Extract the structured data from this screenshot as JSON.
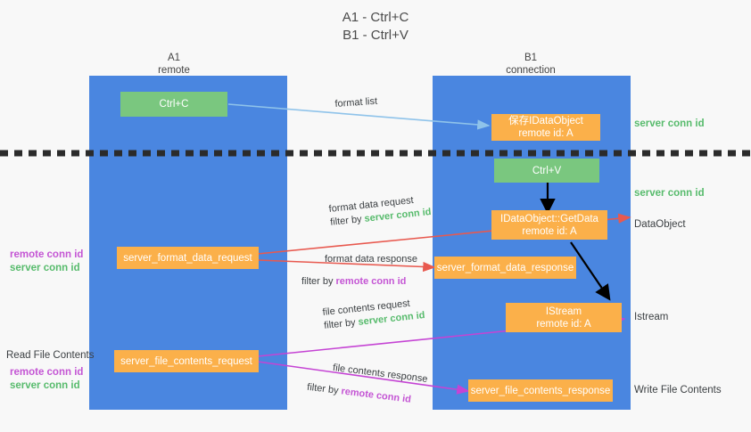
{
  "title": "A1 - Ctrl+C\nB1 - Ctrl+V",
  "columns": [
    {
      "name": "A1",
      "sub": "remote"
    },
    {
      "name": "B1",
      "sub": "connection"
    }
  ],
  "boxes": {
    "ctrl_c": "Ctrl+C",
    "ctrl_v": "Ctrl+V",
    "save_dataobject_l1": "保存IDataObject",
    "save_dataobject_l2": "remote id: A",
    "getdata_l1": "IDataObject::GetData",
    "getdata_l2": "remote id: A",
    "istream_l1": "IStream",
    "istream_l2": "remote id: A",
    "server_format_data_request": "server_format_data_request",
    "server_format_data_response": "server_format_data_response",
    "server_file_contents_request": "server_file_contents_request",
    "server_file_contents_response": "server_file_contents_response"
  },
  "arrows": {
    "format_list": "format list",
    "format_data_request": "format data request",
    "format_data_request_filter_prefix": "filter by ",
    "format_data_request_filter_value": "server conn id",
    "format_data_response": "format data response",
    "format_data_response_filter_prefix": "filter by ",
    "format_data_response_filter_value": "remote conn id",
    "file_contents_request": "file contents request",
    "file_contents_request_filter_prefix": "filter by ",
    "file_contents_request_filter_value": "server conn id",
    "file_contents_response": "file contents response",
    "file_contents_response_filter_prefix": "filter by ",
    "file_contents_response_filter_value": "remote conn id"
  },
  "right_labels": {
    "server_conn_id_top": "server conn id",
    "server_conn_id_mid": "server conn id",
    "dataobject": "DataObject",
    "istream": "Istream",
    "write_file_contents": "Write File Contents"
  },
  "left_labels": {
    "remote_conn_id_upper": "remote conn id",
    "server_conn_id_upper": "server conn id",
    "read_file_contents": "Read File Contents",
    "remote_conn_id_lower": "remote conn id",
    "server_conn_id_lower": "server conn id"
  },
  "colors": {
    "lane": "#4a86e0",
    "green_box": "#7ac77f",
    "orange_box": "#fbb04a",
    "green_text": "#57bb6c",
    "purple_text": "#c455d4",
    "red_arrow": "#e8594f",
    "purple_arrow": "#c544d4",
    "blue_arrow": "#8fc3ea",
    "black_arrow": "#000000",
    "background": "#f8f8f8"
  }
}
